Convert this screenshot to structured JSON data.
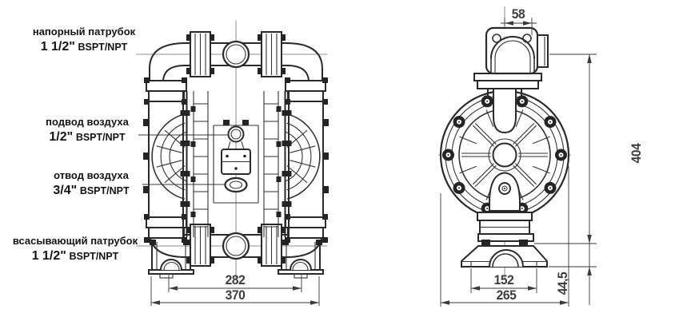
{
  "ports": [
    {
      "name": "напорный патрубок",
      "size": "1 1/2\"",
      "thread": "BSPT/NPT"
    },
    {
      "name": "подвод воздуха",
      "size": "1/2\"",
      "thread": "BSPT/NPT"
    },
    {
      "name": "отвод воздуха",
      "size": "3/4\"",
      "thread": "BSPT/NPT"
    },
    {
      "name": "всасывающий патрубок",
      "size": "1 1/2\"",
      "thread": "BSPT/NPT"
    }
  ],
  "dims": {
    "front_feet_span": "282",
    "front_overall_width": "370",
    "flange_width": "58",
    "side_inner_width": "152",
    "side_overall_width": "265",
    "overall_height": "404",
    "foot_height": "44,5"
  },
  "colors": {
    "line": "#2a2a2a",
    "dim_text": "#3d3d3d",
    "label_text": "#141414"
  }
}
